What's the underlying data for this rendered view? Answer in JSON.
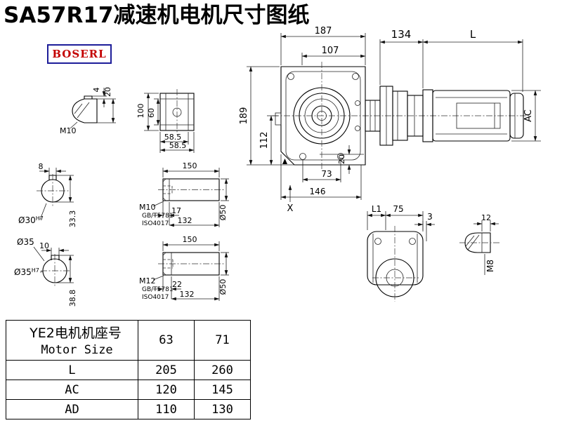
{
  "title": "SA57R17减速机电机尺寸图纸",
  "logo": "BOSERL",
  "drawing": {
    "main": {
      "d187": "187",
      "d107": "107",
      "d189": "189",
      "d112": "112",
      "d20": "20",
      "d73": "73",
      "d146": "146",
      "x_label": "X"
    },
    "motor": {
      "d134": "134",
      "dL": "L",
      "dAC": "AC"
    },
    "shaft_end": {
      "m10": "M10",
      "d4": "4",
      "d20": "20"
    },
    "top_view": {
      "d100": "100",
      "d60": "60",
      "d585a": "58.5",
      "d585b": "58.5"
    },
    "bore30": {
      "d8": "8",
      "dia": "Ø30",
      "dia_sup": "H7",
      "d333": "33.3"
    },
    "bore35": {
      "d10": "10",
      "dia_outer": "Ø35",
      "dia": "Ø35",
      "dia_sup": "H7",
      "d388": "38.8"
    },
    "shaft1": {
      "d150": "150",
      "thread": "M10",
      "std1": "GB/T5781",
      "std2": "ISO4017",
      "d17": "17",
      "d132": "132",
      "dia": "Ø50"
    },
    "shaft2": {
      "d150": "150",
      "thread": "M12",
      "std1": "GB/T5781",
      "std2": "ISO4017",
      "d22": "22",
      "d132": "132",
      "dia": "Ø50"
    },
    "flange": {
      "dL1": "L1",
      "d75": "75",
      "d3": "3"
    },
    "motor_shaft": {
      "d12": "12",
      "m8": "M8"
    }
  },
  "table": {
    "header_line1": "YE2电机机座号",
    "header_line2": "Motor Size",
    "col1": "63",
    "col2": "71",
    "rows": [
      {
        "label": "L",
        "v1": "205",
        "v2": "260"
      },
      {
        "label": "AC",
        "v1": "120",
        "v2": "145"
      },
      {
        "label": "AD",
        "v1": "110",
        "v2": "130"
      }
    ]
  }
}
